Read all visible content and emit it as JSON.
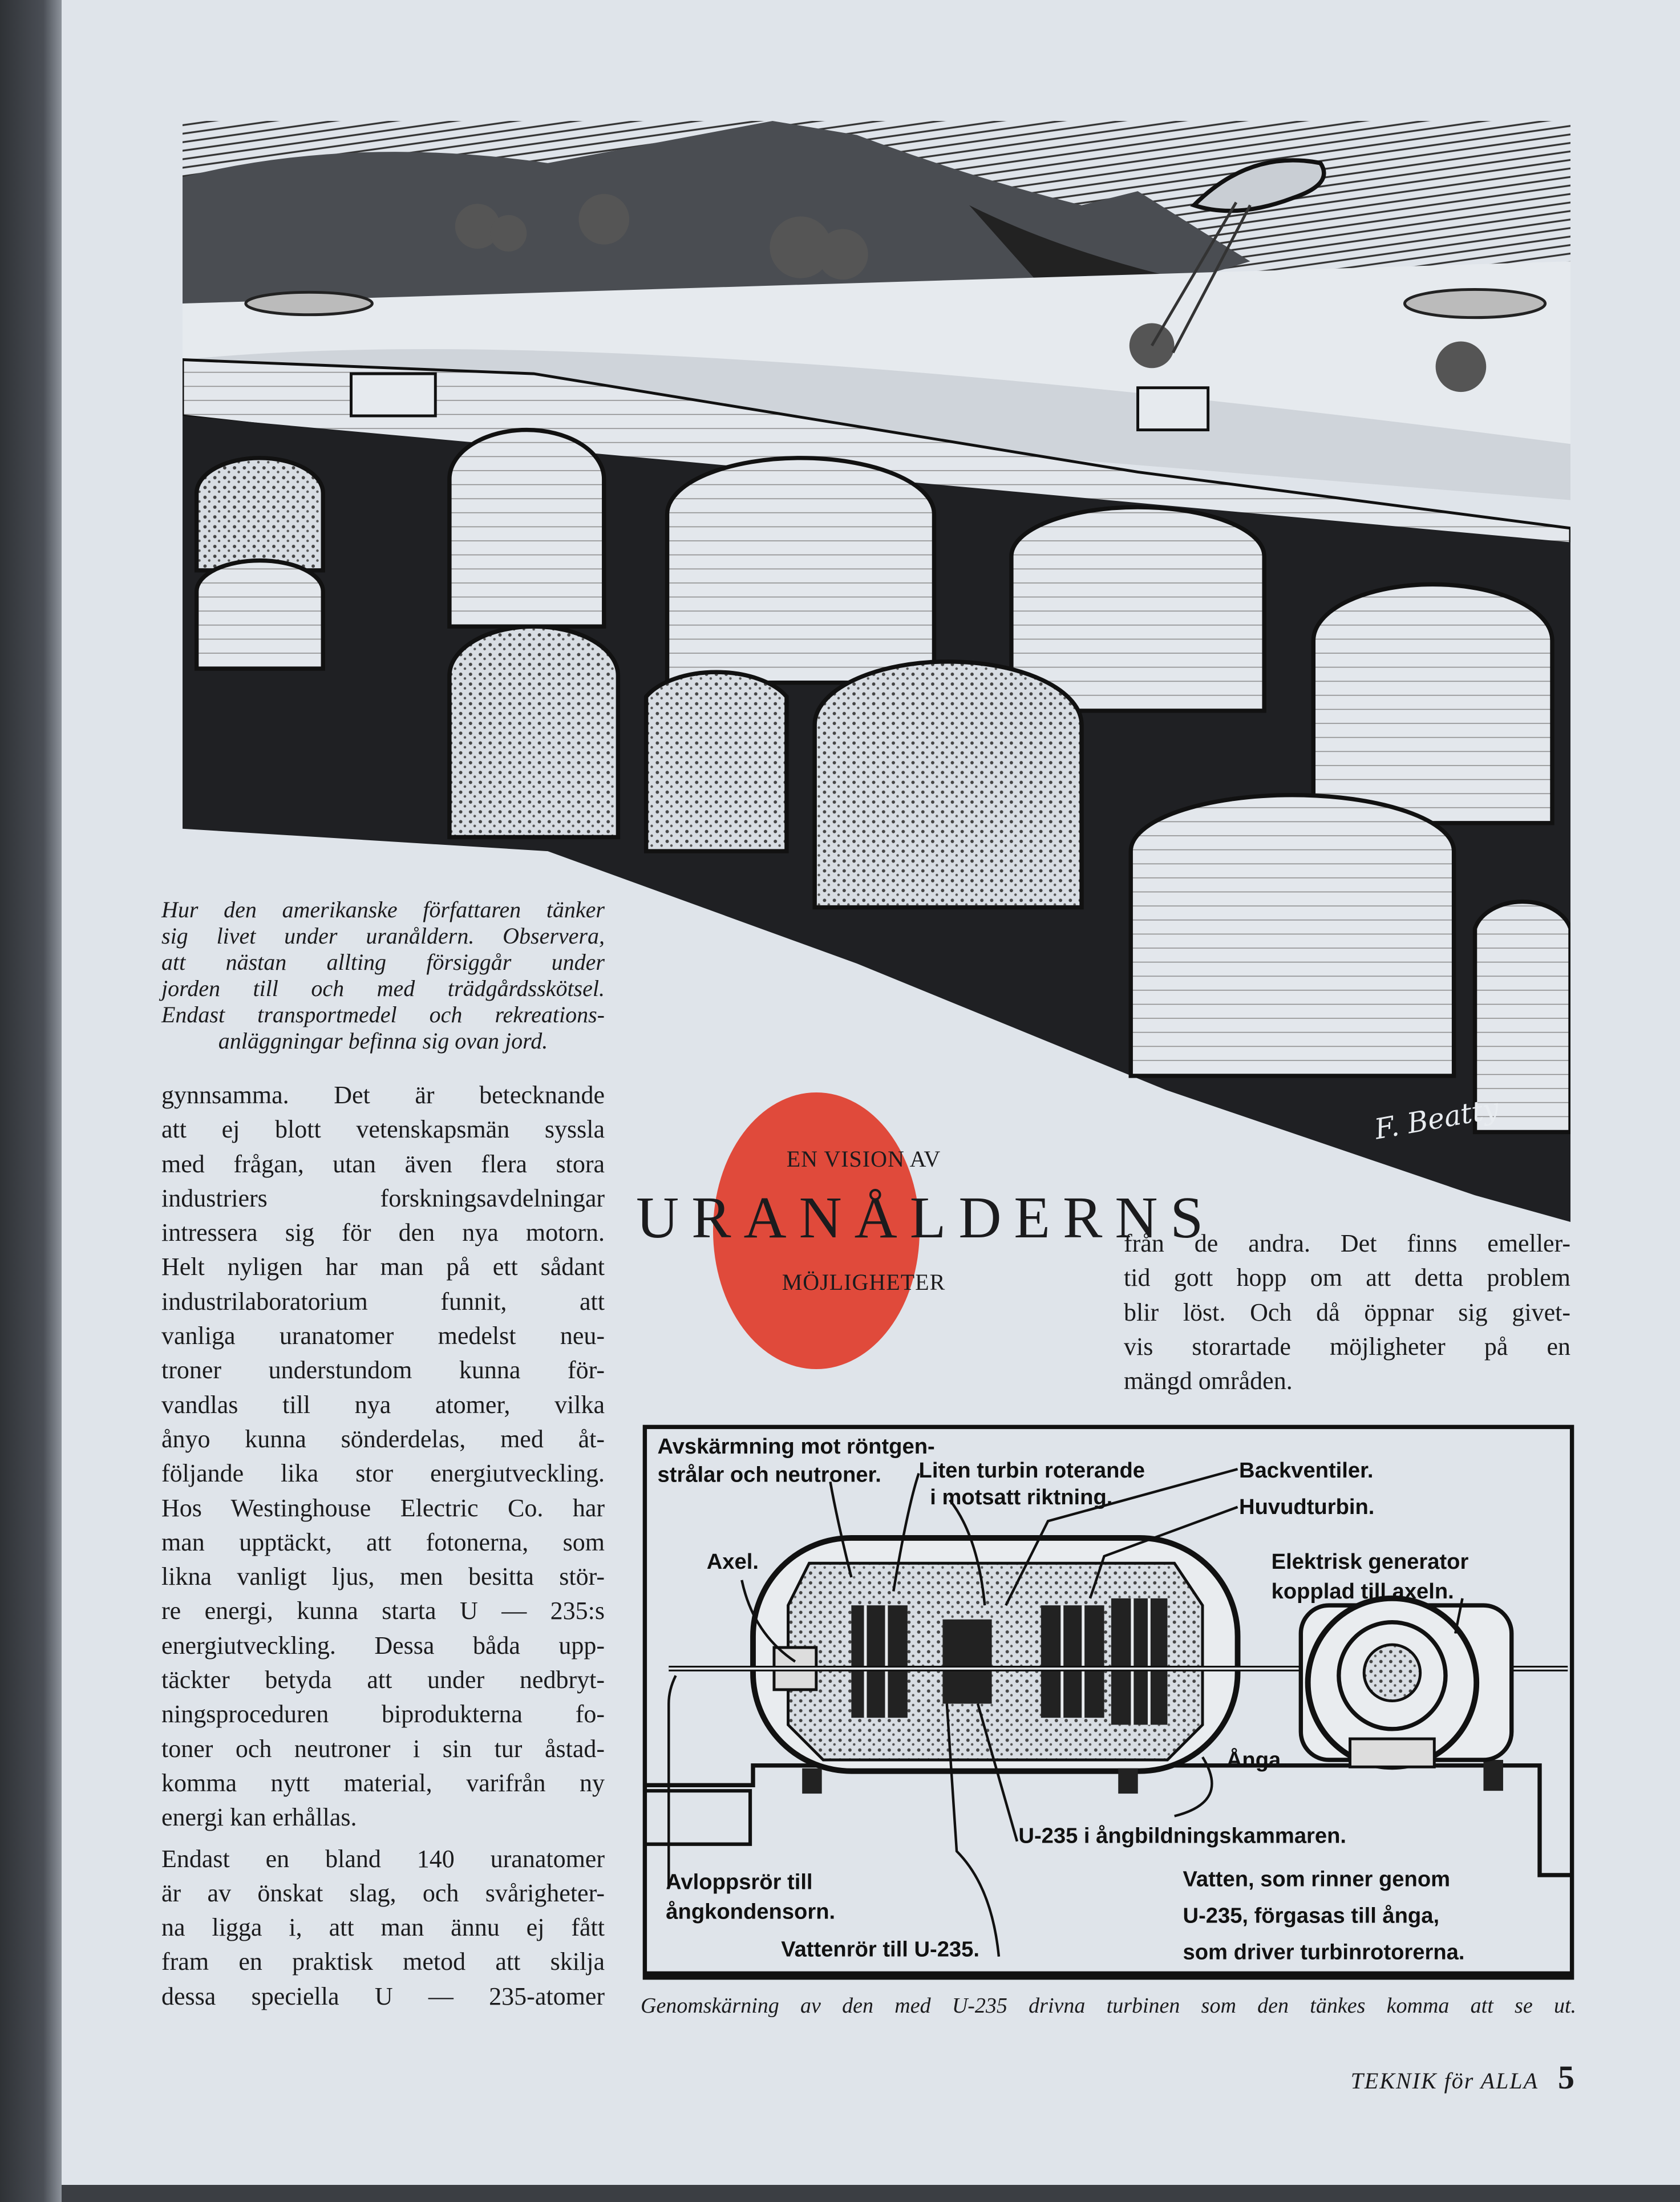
{
  "illustration": {
    "signature": "F. Beatty",
    "caption_lines": [
      "Hur den amerikanske författaren tänker",
      "sig livet under uranåldern. Observera,",
      "att nästan allting försiggår under",
      "jorden till och med trädgårdsskötsel.",
      "Endast transportmedel och rekreations-",
      "anläggningar befinna sig ovan jord."
    ]
  },
  "title": {
    "pre": "EN VISION AV",
    "main": "URANÅLDERNS",
    "post": "MÖJLIGHETER",
    "circle_color": "#e04a3b"
  },
  "left_column": {
    "paragraph1": [
      "gynnsamma. Det är betecknande",
      "att ej blott vetenskapsmän syssla",
      "med frågan, utan även flera stora",
      "industriers forskningsavdelningar",
      "intressera sig för den nya motorn.",
      "Helt nyligen har man på ett sådant",
      "industrilaboratorium funnit, att",
      "vanliga uranatomer medelst neu-",
      "troner understundom kunna för-",
      "vandlas till nya atomer, vilka",
      "ånyo kunna sönderdelas, med åt-",
      "följande lika stor energiutveckling.",
      "Hos Westinghouse Electric Co. har",
      "man upptäckt, att fotonerna, som",
      "likna vanligt ljus, men besitta stör-",
      "re energi, kunna starta U — 235:s",
      "energiutveckling. Dessa båda upp-",
      "täckter betyda att under nedbryt-",
      "ningsproceduren biprodukterna fo-",
      "toner och neutroner i sin tur åstad-",
      "komma nytt material, varifrån ny",
      "energi kan erhållas."
    ],
    "paragraph2": [
      "Endast en bland 140 uranatomer",
      "är av önskat slag, och svårigheter-",
      "na ligga i, att man ännu ej fått",
      "fram en praktisk metod att skilja",
      "dessa speciella U — 235-atomer"
    ]
  },
  "right_column": {
    "lines": [
      "från de andra. Det finns emeller-",
      "tid gott hopp om att detta problem",
      "blir löst. Och då öppnar sig givet-",
      "vis storartade möjligheter på en",
      "mängd områden."
    ]
  },
  "diagram": {
    "labels": {
      "shielding_1": "Avskärmning mot röntgen-",
      "shielding_2": "strålar och neutroner.",
      "small_turbine_1": "Liten turbin roterande",
      "small_turbine_2": "i motsatt riktning.",
      "check_valves": "Backventiler.",
      "main_turbine": "Huvudturbin.",
      "axle": "Axel.",
      "generator_1": "Elektrisk generator",
      "generator_2": "kopplad till axeln.",
      "steam": "Ånga.",
      "chamber": "U-235 i ångbildningskammaren.",
      "drain_1": "Avloppsrör till",
      "drain_2": "ångkondensorn.",
      "water_pipe": "Vattenrör till U-235.",
      "water_1": "Vatten, som rinner genom",
      "water_2": "U-235, förgasas till ånga,",
      "water_3": "som driver turbinrotorerna."
    },
    "caption": "Genomskärning av den med U-235 drivna turbinen som den tänkes komma att se ut."
  },
  "footer": {
    "magazine": "TEKNIK för ALLA",
    "page_number": "5"
  }
}
